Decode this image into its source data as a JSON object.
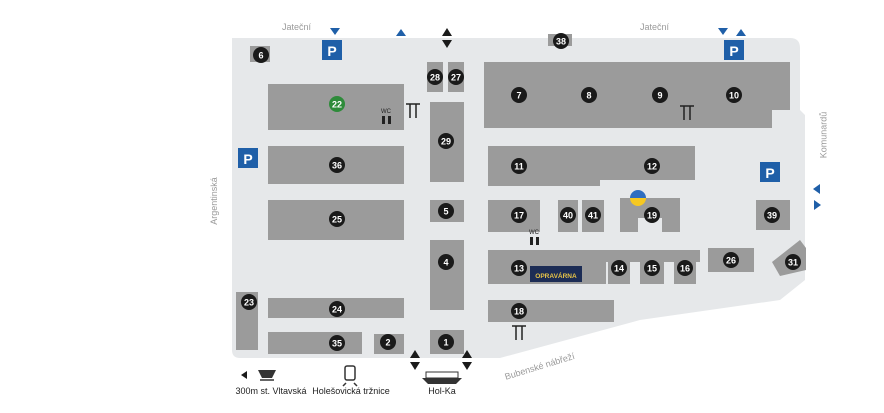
{
  "colors": {
    "ground": "#e6e8ea",
    "building": "#9b9b9b",
    "marker": "#1a1a1a",
    "marker_text": "#ffffff",
    "green_marker": "#2e8b3a",
    "parking": "#1f5fa8",
    "arrow": "#1f5fa8",
    "street_text": "#9a9a9a"
  },
  "streets": {
    "jatecni_left": "Jateční",
    "jatecni_right": "Jateční",
    "argentinska": "Argentinská",
    "komunardu": "Komunardů",
    "bubenske": "Bubenské nábřeží"
  },
  "buildings": [
    "1",
    "2",
    "4",
    "5",
    "6",
    "7",
    "8",
    "9",
    "10",
    "11",
    "12",
    "13",
    "14",
    "15",
    "16",
    "17",
    "18",
    "19",
    "22",
    "23",
    "24",
    "25",
    "26",
    "27",
    "28",
    "29",
    "31",
    "35",
    "36",
    "38",
    "39",
    "40",
    "41"
  ],
  "special": {
    "green_marker": "22",
    "opravarna_label": "OPRAVÁRNA",
    "wc_label_1": "WC",
    "wc_label_2": "WC",
    "parking_label": "P"
  },
  "icons": [
    "parking-icon",
    "toilet-icon",
    "restaurant-icon",
    "ukraine-flag-icon",
    "train-icon",
    "tram-icon",
    "boat-icon",
    "arrow-icon"
  ],
  "legend": {
    "vltavska": "300m st. Vltavská",
    "trznice": "Holešovická tržnice",
    "holka": "Hol-Ka"
  }
}
